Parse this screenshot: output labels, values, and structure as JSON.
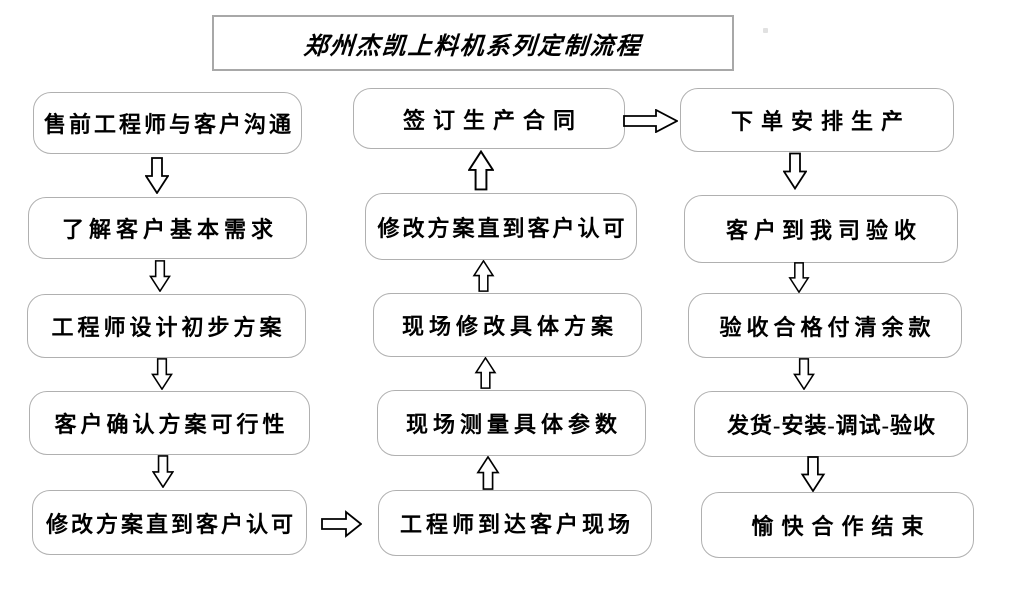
{
  "title": {
    "text": "郑州杰凯上料机系列定制流程"
  },
  "columns": {
    "left": {
      "flow_direction": "top-to-bottom",
      "arrow_direction": "down",
      "boxes": [
        "售前工程师与客户沟通",
        "了解客户基本需求",
        "工程师设计初步方案",
        "客户确认方案可行性",
        "修改方案直到客户认可"
      ]
    },
    "middle": {
      "flow_direction": "bottom-to-top",
      "arrow_direction": "up",
      "boxes": [
        "签订生产合同",
        "修改方案直到客户认可",
        "现场修改具体方案",
        "现场测量具体参数",
        "工程师到达客户现场"
      ]
    },
    "right": {
      "flow_direction": "top-to-bottom",
      "arrow_direction": "down",
      "boxes": [
        "下单安排生产",
        "客户到我司验收",
        "验收合格付清余款",
        "发货-安装-调试-验收",
        "愉快合作结束"
      ]
    }
  },
  "connectors": [
    {
      "from": "修改方案直到客户认可 (左列末)",
      "to": "工程师到达客户现场",
      "direction": "right"
    },
    {
      "from": "签订生产合同",
      "to": "下单安排生产",
      "direction": "right"
    }
  ],
  "colors": {
    "background": "#ffffff",
    "box_border": "#b0b0b0",
    "title_border": "#a8a8a8",
    "text": "#000000",
    "arrow_outline": "#000000",
    "arrow_fill": "#ffffff"
  }
}
